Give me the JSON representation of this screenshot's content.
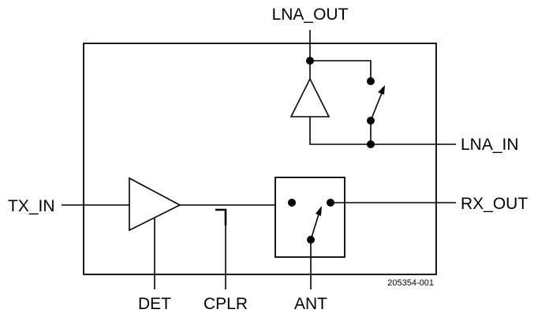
{
  "pins": {
    "lna_out": "LNA_OUT",
    "lna_in": "LNA_IN",
    "tx_in": "TX_IN",
    "rx_out": "RX_OUT",
    "det": "DET",
    "cplr": "CPLR",
    "ant": "ANT"
  },
  "reference_code": "205354-001",
  "colors": {
    "line": "#000000",
    "background": "#ffffff"
  }
}
